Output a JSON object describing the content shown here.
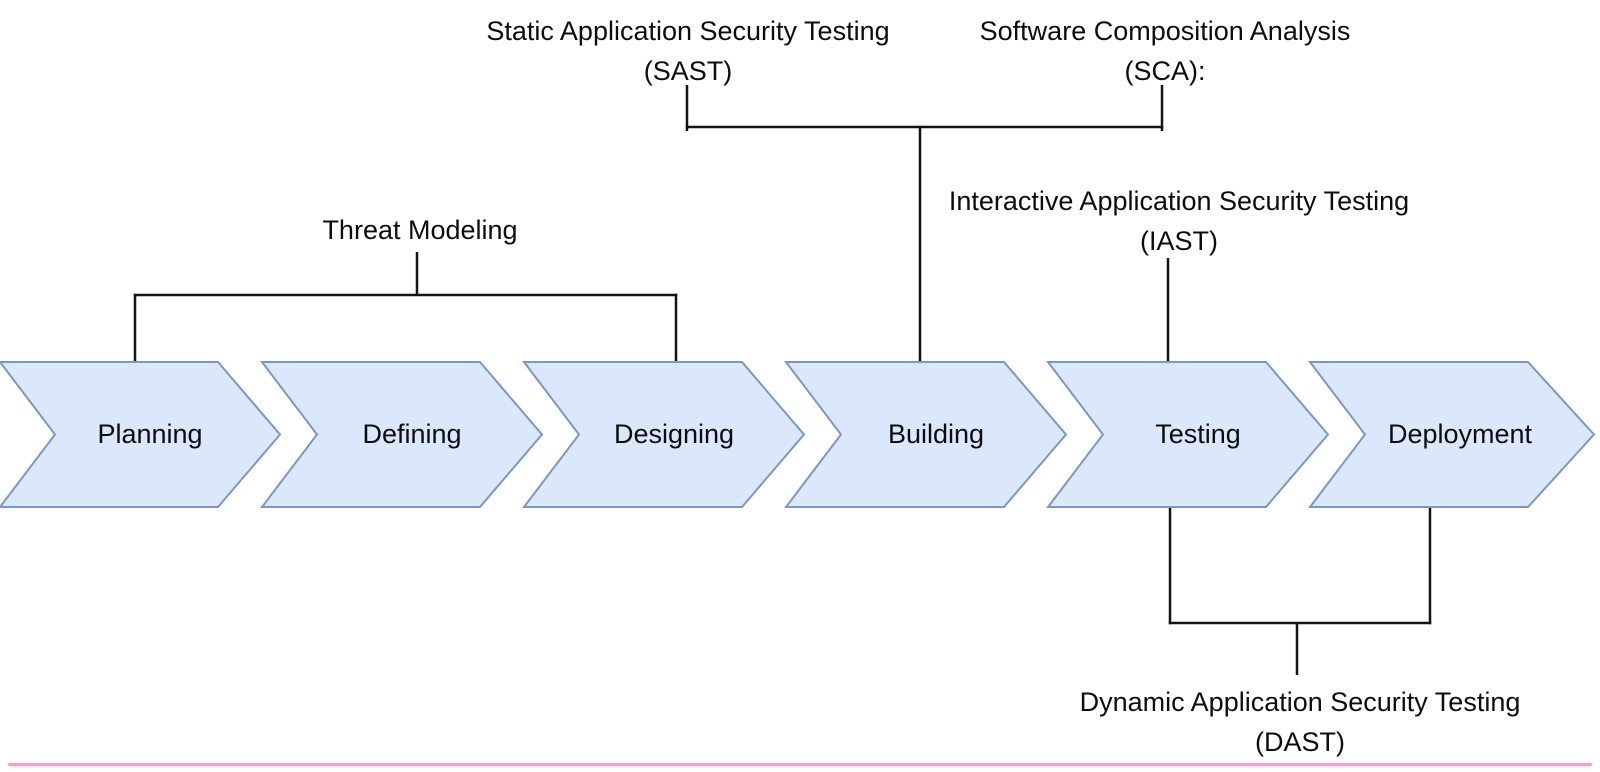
{
  "diagram": {
    "stages": [
      {
        "label": "Planning"
      },
      {
        "label": "Defining"
      },
      {
        "label": "Designing"
      },
      {
        "label": "Building"
      },
      {
        "label": "Testing"
      },
      {
        "label": "Deployment"
      }
    ],
    "annotations": {
      "sast": {
        "line1": "Static Application Security Testing",
        "line2": "(SAST)"
      },
      "sca": {
        "line1": "Software Composition Analysis",
        "line2": "(SCA):"
      },
      "threat": {
        "label": "Threat Modeling"
      },
      "iast": {
        "line1": "Interactive Application Security Testing",
        "line2": "(IAST)"
      },
      "dast": {
        "line1": "Dynamic Application Security Testing",
        "line2": "(DAST)"
      }
    },
    "colors": {
      "chevron_fill": "#dbe7fa",
      "chevron_border": "#7e97bf",
      "connector": "#141414",
      "bottom_bar": "#efa3c7",
      "background": "#ffffff",
      "text": "#0d0d0d"
    }
  }
}
